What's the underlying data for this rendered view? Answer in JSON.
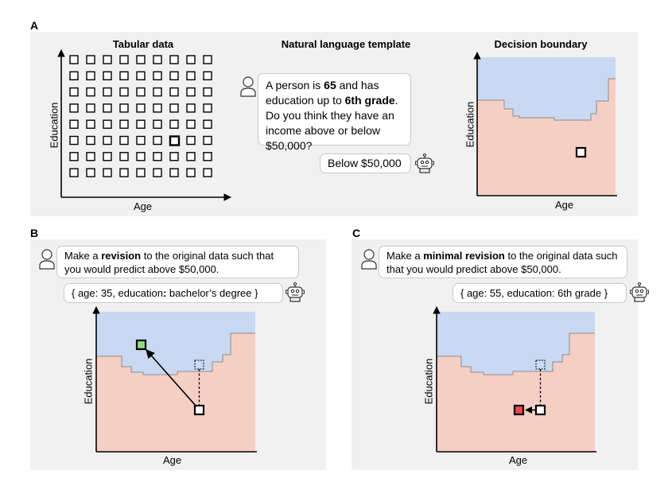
{
  "panel_a": {
    "label": "A",
    "tabular_title": "Tabular data",
    "nl_title": "Natural language template",
    "db_title": "Decision boundary",
    "x_axis": "Age",
    "y_axis": "Education",
    "prompt": {
      "t1": "A person is ",
      "age": "65",
      "t2": " and has education up to ",
      "edu": "6th grade",
      "t3": ". Do you think they have an income above or below $50,000?"
    },
    "response": "Below $50,000"
  },
  "panel_b": {
    "label": "B",
    "prompt": {
      "t1": "Make a ",
      "bold": "revision",
      "t2": " to the original data such that you would predict above $50,000."
    },
    "response": {
      "t1": "{ age: 35, education",
      "colon": ":",
      "t2": " bachelor’s degree }"
    },
    "x_axis": "Age",
    "y_axis": "Education"
  },
  "panel_c": {
    "label": "C",
    "prompt": {
      "t1": "Make a ",
      "bold": "minimal revision",
      "t2": " to the original data such that you would predict above $50,000."
    },
    "response": "{ age: 55, education: 6th grade }",
    "x_axis": "Age",
    "y_axis": "Education"
  },
  "colors": {
    "panel_bg": "#f1f1f1",
    "above_region": "#c8d9f1",
    "below_region": "#f6cfc4",
    "boundary_line": "#8b8b8b",
    "revised_point_b": "#90de84",
    "revised_point_c": "#ec4a52"
  }
}
